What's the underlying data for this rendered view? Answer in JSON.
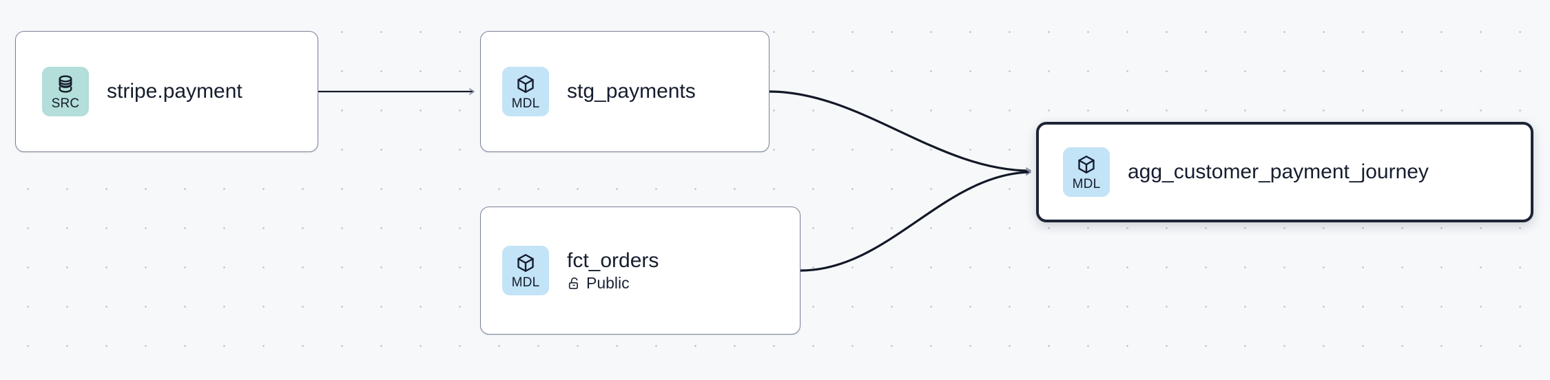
{
  "canvas": {
    "background_color": "#f7f8fa",
    "dot_color": "#c8cbd4",
    "edge_color": "#121826",
    "arrow_color": "#8b93a5",
    "selected_border_color": "#1d2435",
    "node_border_color": "#7b8299",
    "node_fill_color": "#ffffff"
  },
  "legend": {
    "src_badge_color": "#b3ded9",
    "mdl_badge_color": "#c3e3f7"
  },
  "graph": {
    "nodes": [
      {
        "id": "stripe_payment",
        "title": "stripe.payment",
        "kind": "SRC",
        "icon": "database-icon",
        "badge_color": "#b3ded9",
        "selected": false,
        "subtitle": null,
        "subtitle_icon": null
      },
      {
        "id": "stg_payments",
        "title": "stg_payments",
        "kind": "MDL",
        "icon": "cube-icon",
        "badge_color": "#c3e3f7",
        "selected": false,
        "subtitle": null,
        "subtitle_icon": null
      },
      {
        "id": "fct_orders",
        "title": "fct_orders",
        "kind": "MDL",
        "icon": "cube-icon",
        "badge_color": "#c3e3f7",
        "selected": false,
        "subtitle": "Public",
        "subtitle_icon": "unlock-icon"
      },
      {
        "id": "agg_customer_payment_journey",
        "title": "agg_customer_payment_journey",
        "kind": "MDL",
        "icon": "cube-icon",
        "badge_color": "#c3e3f7",
        "selected": true,
        "subtitle": null,
        "subtitle_icon": null
      }
    ],
    "edges": [
      {
        "from": "stripe_payment",
        "to": "stg_payments",
        "shape": "straight"
      },
      {
        "from": "stg_payments",
        "to": "agg_customer_payment_journey",
        "shape": "curve"
      },
      {
        "from": "fct_orders",
        "to": "agg_customer_payment_journey",
        "shape": "curve"
      }
    ]
  }
}
